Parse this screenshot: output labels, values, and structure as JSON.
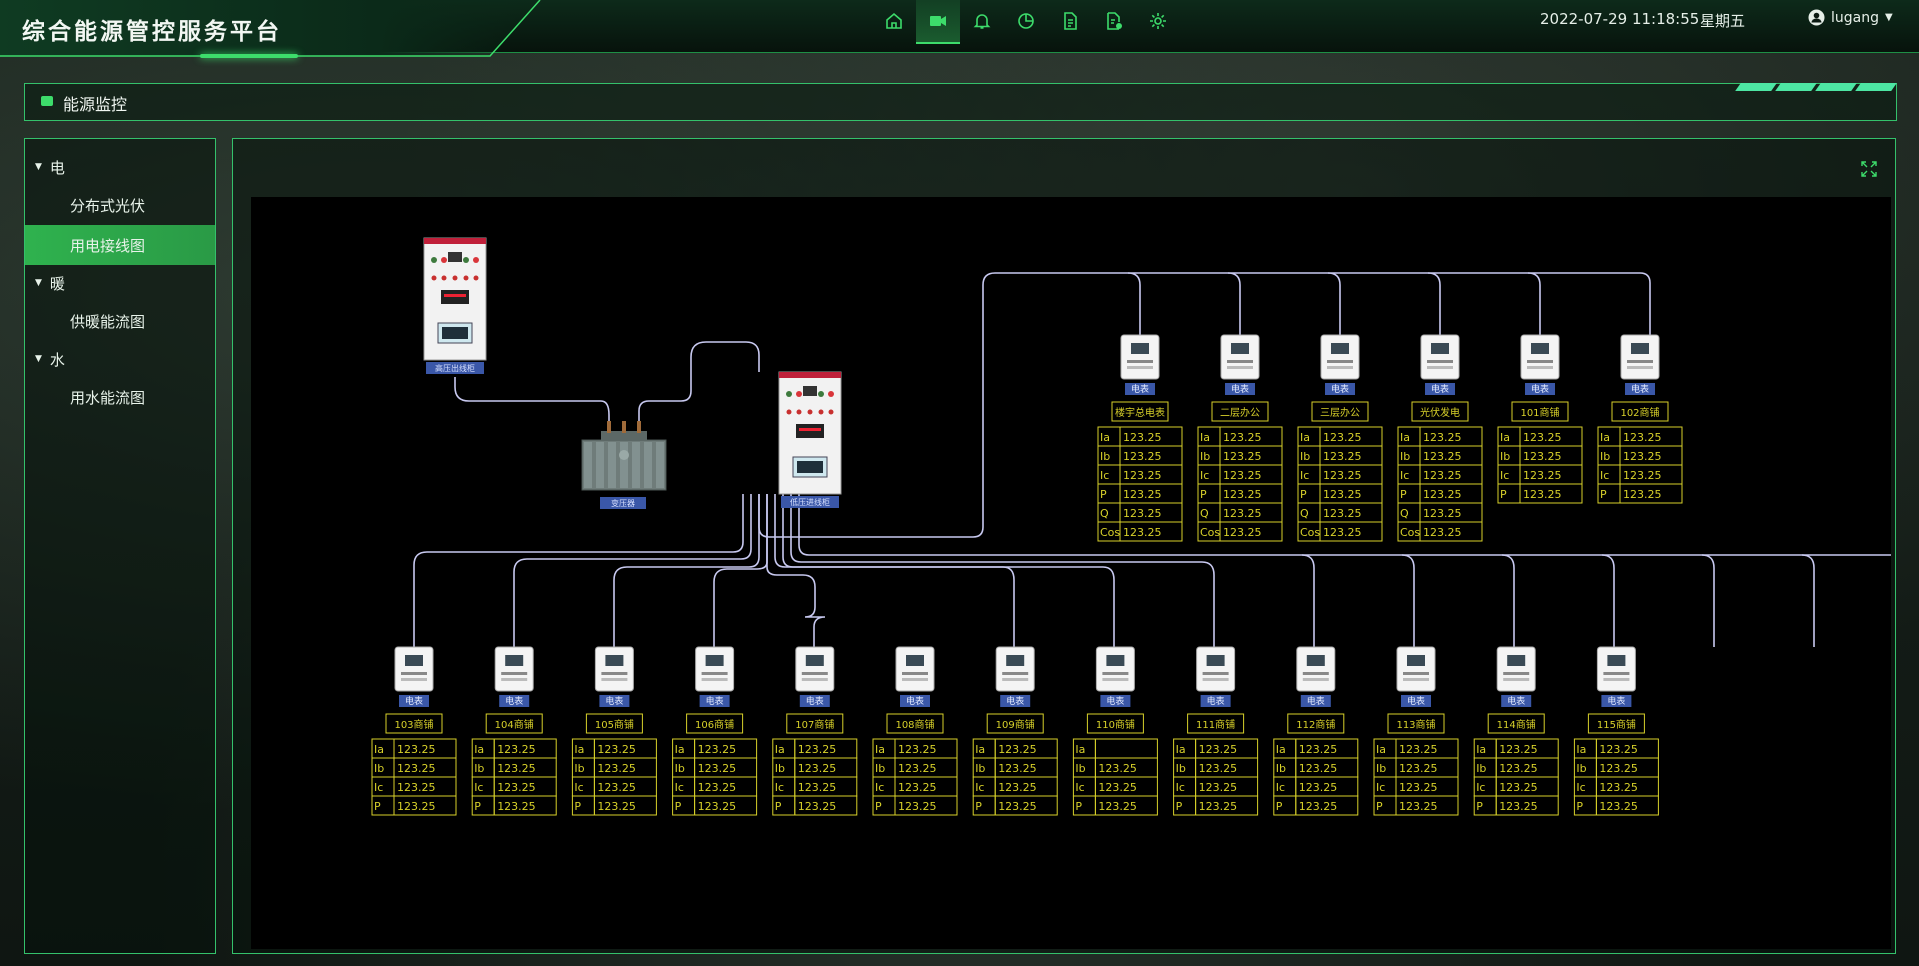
{
  "header": {
    "title": "综合能源管控服务平台",
    "datetime": "2022-07-29 11:18:55",
    "weekday": "星期五",
    "username": "lugang",
    "nav": [
      {
        "name": "home-icon"
      },
      {
        "name": "video-icon",
        "active": true
      },
      {
        "name": "bell-icon"
      },
      {
        "name": "pie-chart-icon"
      },
      {
        "name": "document-icon"
      },
      {
        "name": "report-icon"
      },
      {
        "name": "gear-icon"
      }
    ]
  },
  "section": {
    "title": "能源监控"
  },
  "sidebar": {
    "groups": [
      {
        "label": "电",
        "items": [
          {
            "label": "分布式光伏"
          },
          {
            "label": "用电接线图",
            "active": true
          }
        ]
      },
      {
        "label": "暖",
        "items": [
          {
            "label": "供暖能流图"
          }
        ]
      },
      {
        "label": "水",
        "items": [
          {
            "label": "用水能流图"
          }
        ]
      }
    ]
  },
  "diagram": {
    "cabinets": [
      {
        "label": "高压出线柜"
      },
      {
        "label": "低压进线柜"
      }
    ],
    "transformer_label": "变压器",
    "meter_label": "电表",
    "upper_meters": [
      {
        "name": "楼宇总电表",
        "rows": [
          [
            "Ia",
            "123.25"
          ],
          [
            "Ib",
            "123.25"
          ],
          [
            "Ic",
            "123.25"
          ],
          [
            "P",
            "123.25"
          ],
          [
            "Q",
            "123.25"
          ],
          [
            "Cos",
            "123.25"
          ]
        ]
      },
      {
        "name": "二层办公",
        "rows": [
          [
            "Ia",
            "123.25"
          ],
          [
            "Ib",
            "123.25"
          ],
          [
            "Ic",
            "123.25"
          ],
          [
            "P",
            "123.25"
          ],
          [
            "Q",
            "123.25"
          ],
          [
            "Cos",
            "123.25"
          ]
        ]
      },
      {
        "name": "三层办公",
        "rows": [
          [
            "Ia",
            "123.25"
          ],
          [
            "Ib",
            "123.25"
          ],
          [
            "Ic",
            "123.25"
          ],
          [
            "P",
            "123.25"
          ],
          [
            "Q",
            "123.25"
          ],
          [
            "Cos",
            "123.25"
          ]
        ]
      },
      {
        "name": "光伏发电",
        "rows": [
          [
            "Ia",
            "123.25"
          ],
          [
            "Ib",
            "123.25"
          ],
          [
            "Ic",
            "123.25"
          ],
          [
            "P",
            "123.25"
          ],
          [
            "Q",
            "123.25"
          ],
          [
            "Cos",
            "123.25"
          ]
        ]
      },
      {
        "name": "101商铺",
        "rows": [
          [
            "Ia",
            "123.25"
          ],
          [
            "Ib",
            "123.25"
          ],
          [
            "Ic",
            "123.25"
          ],
          [
            "P",
            "123.25"
          ]
        ]
      },
      {
        "name": "102商铺",
        "rows": [
          [
            "Ia",
            "123.25"
          ],
          [
            "Ib",
            "123.25"
          ],
          [
            "Ic",
            "123.25"
          ],
          [
            "P",
            "123.25"
          ]
        ]
      }
    ],
    "lower_meters": [
      {
        "name": "103商铺",
        "rows": [
          [
            "Ia",
            "123.25"
          ],
          [
            "Ib",
            "123.25"
          ],
          [
            "Ic",
            "123.25"
          ],
          [
            "P",
            "123.25"
          ]
        ]
      },
      {
        "name": "104商铺",
        "rows": [
          [
            "Ia",
            "123.25"
          ],
          [
            "Ib",
            "123.25"
          ],
          [
            "Ic",
            "123.25"
          ],
          [
            "P",
            "123.25"
          ]
        ]
      },
      {
        "name": "105商铺",
        "rows": [
          [
            "Ia",
            "123.25"
          ],
          [
            "Ib",
            "123.25"
          ],
          [
            "Ic",
            "123.25"
          ],
          [
            "P",
            "123.25"
          ]
        ]
      },
      {
        "name": "106商铺",
        "rows": [
          [
            "Ia",
            "123.25"
          ],
          [
            "Ib",
            "123.25"
          ],
          [
            "Ic",
            "123.25"
          ],
          [
            "P",
            "123.25"
          ]
        ]
      },
      {
        "name": "107商铺",
        "rows": [
          [
            "Ia",
            "123.25"
          ],
          [
            "Ib",
            "123.25"
          ],
          [
            "Ic",
            "123.25"
          ],
          [
            "P",
            "123.25"
          ]
        ]
      },
      {
        "name": "108商铺",
        "rows": [
          [
            "Ia",
            "123.25"
          ],
          [
            "Ib",
            "123.25"
          ],
          [
            "Ic",
            "123.25"
          ],
          [
            "P",
            "123.25"
          ]
        ]
      },
      {
        "name": "109商铺",
        "rows": [
          [
            "Ia",
            "123.25"
          ],
          [
            "Ib",
            "123.25"
          ],
          [
            "Ic",
            "123.25"
          ],
          [
            "P",
            "123.25"
          ]
        ]
      },
      {
        "name": "110商铺",
        "rows": [
          [
            "Ia",
            ""
          ],
          [
            "Ib",
            "123.25"
          ],
          [
            "Ic",
            "123.25"
          ],
          [
            "P",
            "123.25"
          ]
        ]
      },
      {
        "name": "111商铺",
        "rows": [
          [
            "Ia",
            "123.25"
          ],
          [
            "Ib",
            "123.25"
          ],
          [
            "Ic",
            "123.25"
          ],
          [
            "P",
            "123.25"
          ]
        ]
      },
      {
        "name": "112商铺",
        "rows": [
          [
            "Ia",
            "123.25"
          ],
          [
            "Ib",
            "123.25"
          ],
          [
            "Ic",
            "123.25"
          ],
          [
            "P",
            "123.25"
          ]
        ]
      },
      {
        "name": "113商铺",
        "rows": [
          [
            "Ia",
            "123.25"
          ],
          [
            "Ib",
            "123.25"
          ],
          [
            "Ic",
            "123.25"
          ],
          [
            "P",
            "123.25"
          ]
        ]
      },
      {
        "name": "114商铺",
        "rows": [
          [
            "Ia",
            "123.25"
          ],
          [
            "Ib",
            "123.25"
          ],
          [
            "Ic",
            "123.25"
          ],
          [
            "P",
            "123.25"
          ]
        ]
      },
      {
        "name": "115商铺",
        "rows": [
          [
            "Ia",
            "123.25"
          ],
          [
            "Ib",
            "123.25"
          ],
          [
            "Ic",
            "123.25"
          ],
          [
            "P",
            "123.25"
          ]
        ]
      }
    ]
  },
  "colors": {
    "accent": "#3ddc6b",
    "table": "#d8d12a",
    "wire": "#c8c9f0",
    "meter_tag": "#3a57a8"
  }
}
